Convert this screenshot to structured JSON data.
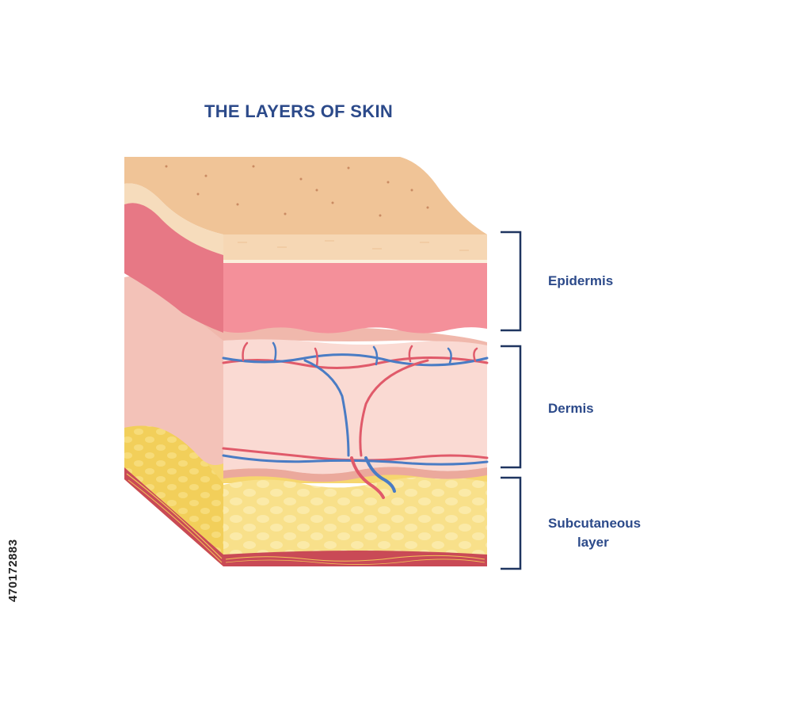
{
  "title": "THE LAYERS OF SKIN",
  "layers": [
    {
      "key": "epidermis",
      "label": "Epidermis",
      "color": "#f4909a"
    },
    {
      "key": "dermis",
      "label": "Dermis",
      "color": "#fadad3"
    },
    {
      "key": "subcutaneous",
      "label_lines": [
        "Subcutaneous",
        "layer"
      ],
      "color": "#f8e08a"
    }
  ],
  "stock_id": "470172883",
  "colors": {
    "title": "#2c4a8a",
    "bracket": "#1f3560",
    "artery": "#e05a6a",
    "vein": "#4a7cc4",
    "surface": "#f0c497"
  }
}
